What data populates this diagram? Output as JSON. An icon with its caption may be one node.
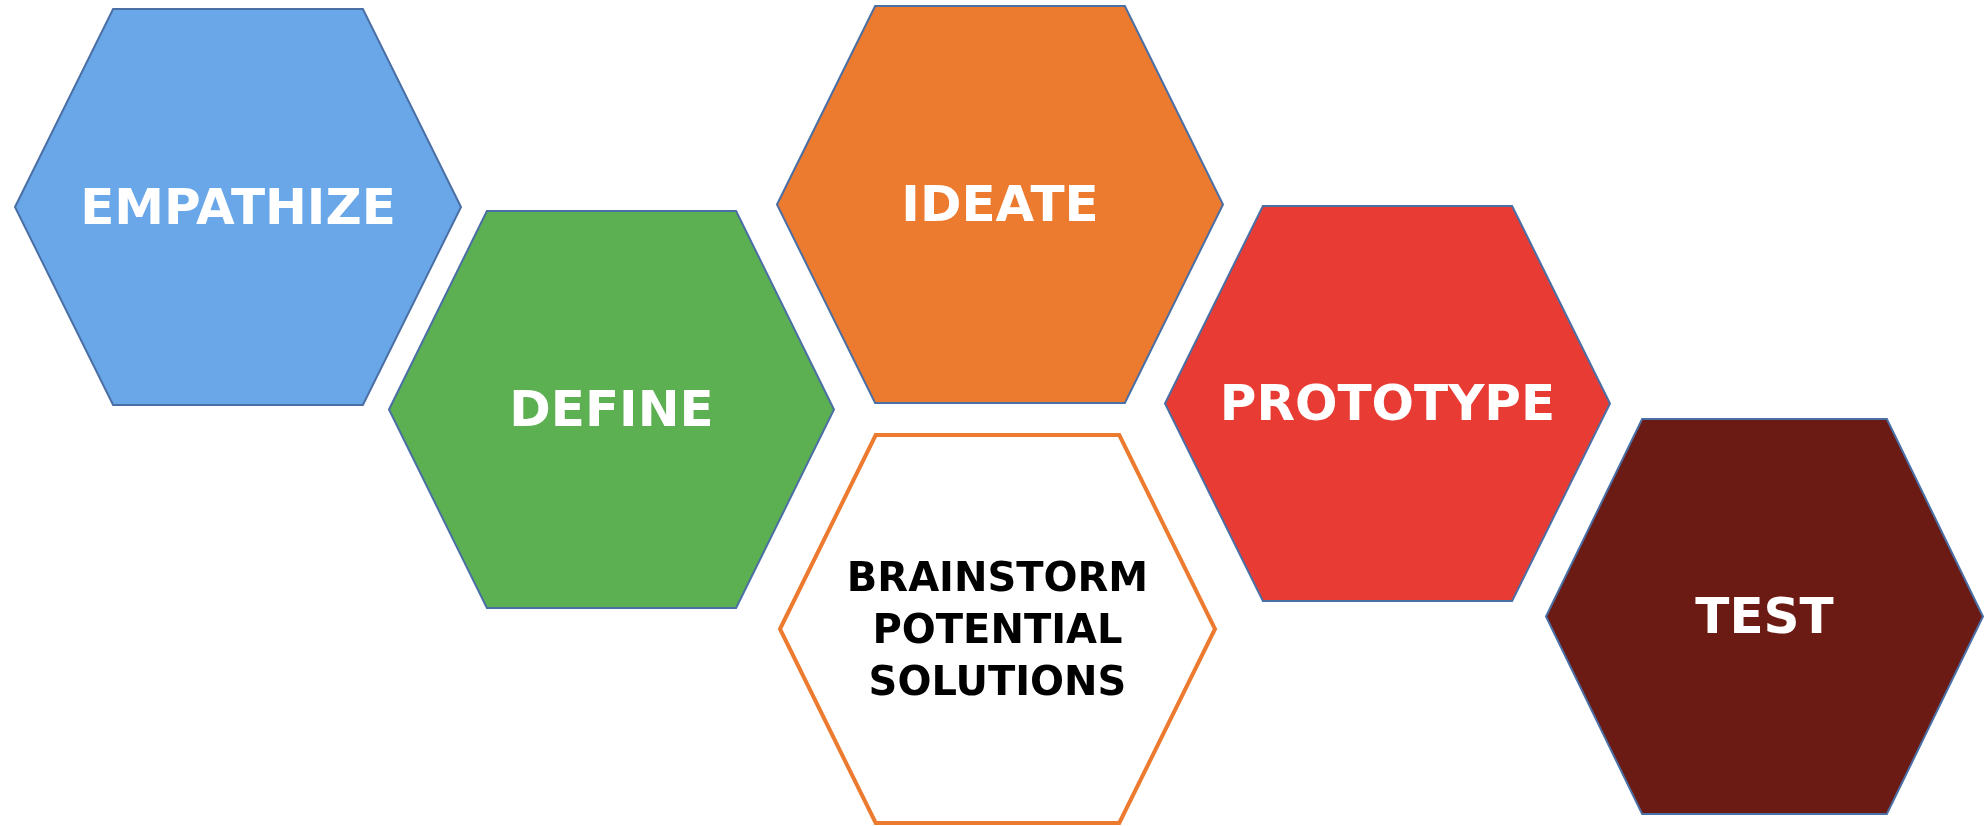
{
  "diagram": {
    "nodes": [
      {
        "text": [
          "EMPATHIZE"
        ]
      },
      {
        "text": [
          "DEFINE"
        ]
      },
      {
        "text": [
          "IDEATE"
        ]
      },
      {
        "text": [
          "BRAINSTORM POTENTIAL SOLUTIONS"
        ]
      },
      {
        "text": [
          "PROTOTYPE"
        ]
      },
      {
        "text": [
          "TEST"
        ]
      }
    ]
  }
}
